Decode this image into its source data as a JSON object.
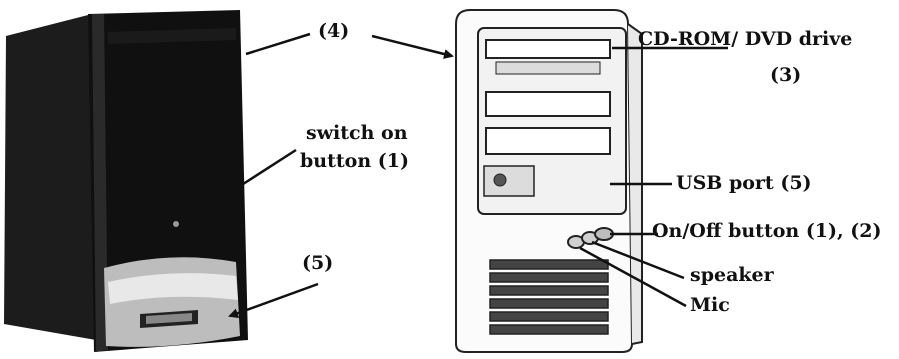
{
  "labels": {
    "pointer_4": "(4)",
    "switch_on_line1": "switch on",
    "switch_on_line2": "button (1)",
    "pointer_5_left": "(5)",
    "cdrom": "CD-ROM/ DVD drive",
    "cdrom_num": "(3)",
    "usb_port": "USB port (5)",
    "on_off": "On/Off button (1), (2)",
    "speaker": "speaker",
    "mic": "Mic"
  },
  "colors": {
    "ink": "#111111",
    "tower_dark": "#141414",
    "tower_outline": "#222222",
    "panel_light": "#f4f4f4",
    "bay_fill": "#ffffff"
  }
}
